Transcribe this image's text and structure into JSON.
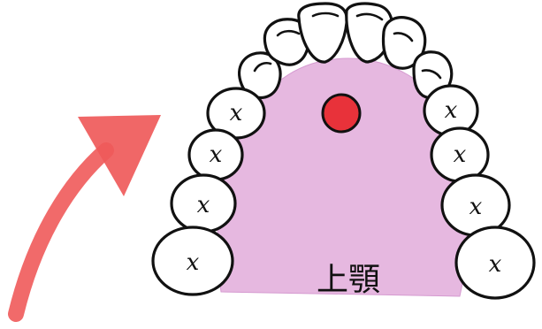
{
  "diagram": {
    "jaw_label": "上顎",
    "marker_glyph": "x",
    "colors": {
      "palate": "#e6b8e0",
      "palate_edge": "#d59ad0",
      "arrow": "#ef5a5a",
      "point": "#e8323a",
      "outline": "#111111"
    },
    "left_teeth_marks": [
      "x",
      "x",
      "x",
      "x"
    ],
    "right_teeth_marks": [
      "x",
      "x",
      "x",
      "x"
    ]
  }
}
